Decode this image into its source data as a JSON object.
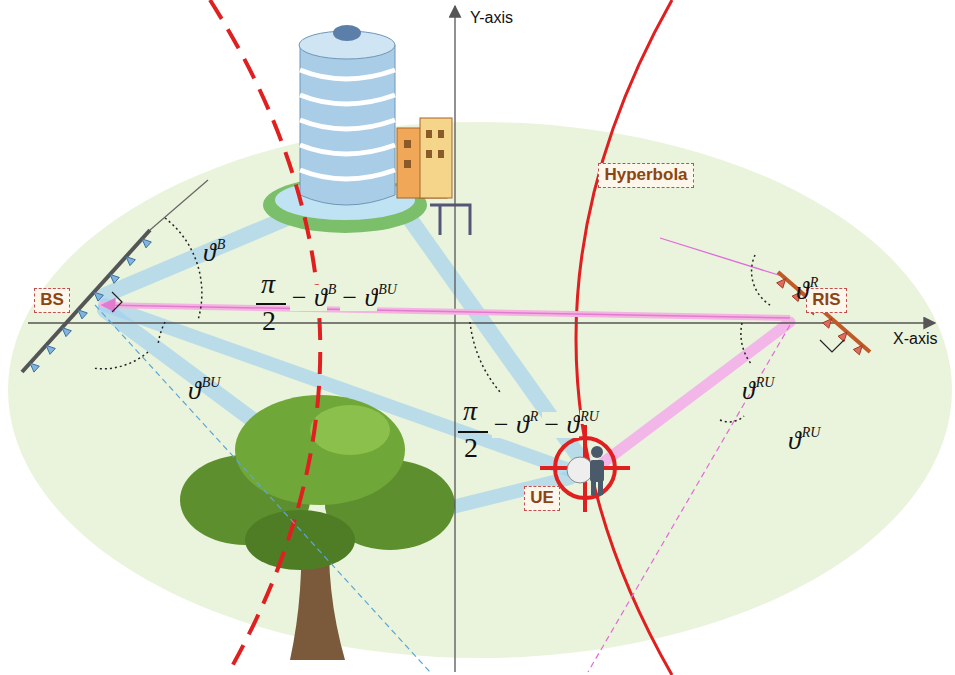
{
  "diagram": {
    "nodes": [
      {
        "text": [
          "BS"
        ]
      },
      {
        "text": [
          "Hyperbola"
        ]
      },
      {
        "text": [
          "RIS"
        ]
      },
      {
        "text": [
          "UE"
        ]
      }
    ],
    "labels": [
      "Y-axis",
      "ϑ",
      "B",
      "π",
      "2",
      "− ϑ",
      "B",
      "− ϑ",
      "BU",
      "ϑ",
      "BU",
      "ϑ",
      "R",
      "X-axis",
      "ϑ",
      "RU",
      "π",
      "2",
      "− ϑ",
      "R",
      "− ϑ",
      "RU",
      "ϑ",
      "RU"
    ]
  }
}
